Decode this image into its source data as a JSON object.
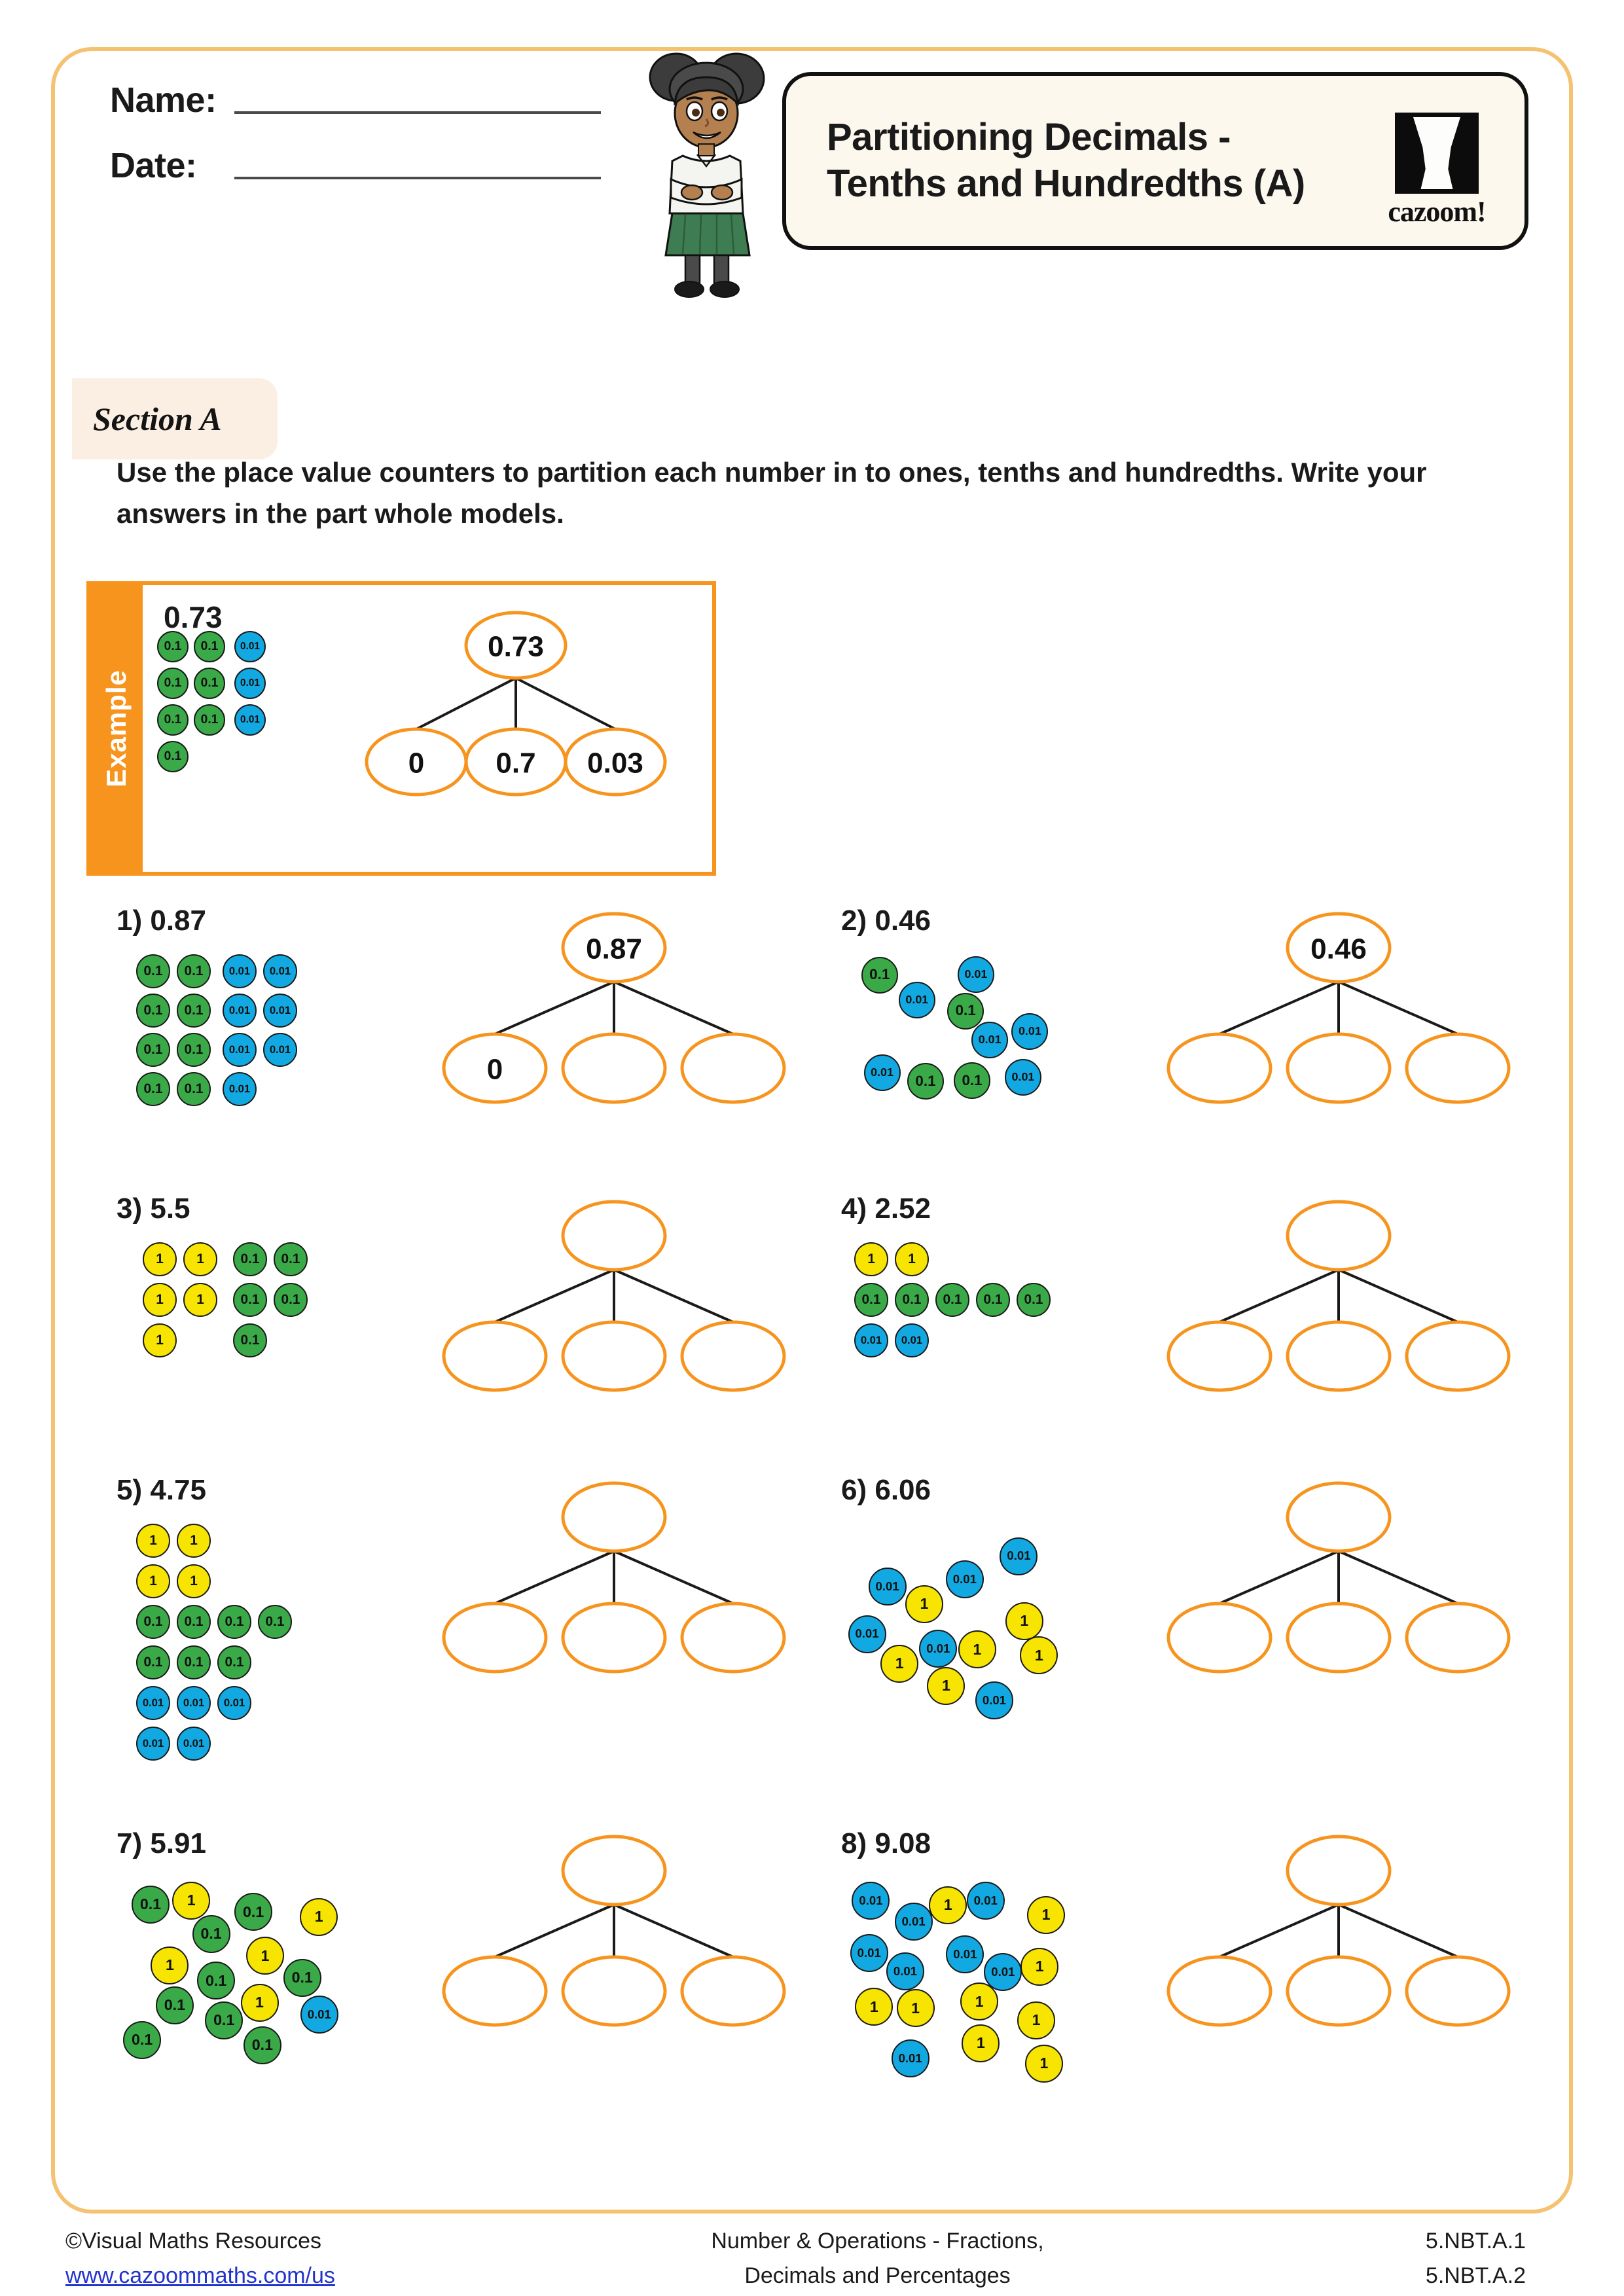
{
  "header": {
    "name_label": "Name:",
    "date_label": "Date:",
    "title": "Partitioning Decimals - Tenths and Hundredths (A)",
    "logo_word": "cazoom!"
  },
  "section": {
    "badge": "Section A",
    "instructions": "Use the place value counters to partition each number in to ones, tenths and hundredths. Write your answers in the part whole models."
  },
  "colors": {
    "ones": "#f7e400",
    "tenths": "#3aaa48",
    "hundredths": "#12a9e2",
    "accent_orange": "#f7941e",
    "page_border": "#f5c272"
  },
  "counter_labels": {
    "ones": "1",
    "tenths": "0.1",
    "hundredths": "0.01"
  },
  "example": {
    "tab_label": "Example",
    "number": "0.73",
    "counters": {
      "ones": 0,
      "tenths": 7,
      "hundredths": 3
    },
    "model": {
      "whole": "0.73",
      "parts": [
        "0",
        "0.7",
        "0.03"
      ]
    }
  },
  "questions": [
    {
      "label": "1) 0.87",
      "number": "0.87",
      "counters": {
        "ones": 0,
        "tenths": 8,
        "hundredths": 7
      },
      "model": {
        "whole": "0.87",
        "parts": [
          "0",
          "",
          ""
        ]
      }
    },
    {
      "label": "2) 0.46",
      "number": "0.46",
      "counters": {
        "ones": 0,
        "tenths": 4,
        "hundredths": 6
      },
      "model": {
        "whole": "0.46",
        "parts": [
          "",
          "",
          ""
        ]
      }
    },
    {
      "label": "3) 5.5",
      "number": "5.5",
      "counters": {
        "ones": 5,
        "tenths": 5,
        "hundredths": 0
      },
      "model": {
        "whole": "",
        "parts": [
          "",
          "",
          ""
        ]
      }
    },
    {
      "label": "4) 2.52",
      "number": "2.52",
      "counters": {
        "ones": 2,
        "tenths": 5,
        "hundredths": 2
      },
      "model": {
        "whole": "",
        "parts": [
          "",
          "",
          ""
        ]
      }
    },
    {
      "label": "5) 4.75",
      "number": "4.75",
      "counters": {
        "ones": 4,
        "tenths": 7,
        "hundredths": 5
      },
      "model": {
        "whole": "",
        "parts": [
          "",
          "",
          ""
        ]
      }
    },
    {
      "label": "6) 6.06",
      "number": "6.06",
      "counters": {
        "ones": 6,
        "tenths": 0,
        "hundredths": 6
      },
      "model": {
        "whole": "",
        "parts": [
          "",
          "",
          ""
        ]
      }
    },
    {
      "label": "7) 5.91",
      "number": "5.91",
      "counters": {
        "ones": 5,
        "tenths": 9,
        "hundredths": 1
      },
      "model": {
        "whole": "",
        "parts": [
          "",
          "",
          ""
        ]
      }
    },
    {
      "label": "8) 9.08",
      "number": "9.08",
      "counters": {
        "ones": 9,
        "tenths": 0,
        "hundredths": 8
      },
      "model": {
        "whole": "",
        "parts": [
          "",
          "",
          ""
        ]
      }
    }
  ],
  "footer": {
    "copyright": "©Visual Maths Resources",
    "url": "www.cazoommaths.com/us",
    "standard_line1": "Number & Operations - Fractions,",
    "standard_line2": "Decimals and Percentages",
    "code1": "5.NBT.A.1",
    "code2": "5.NBT.A.2"
  }
}
